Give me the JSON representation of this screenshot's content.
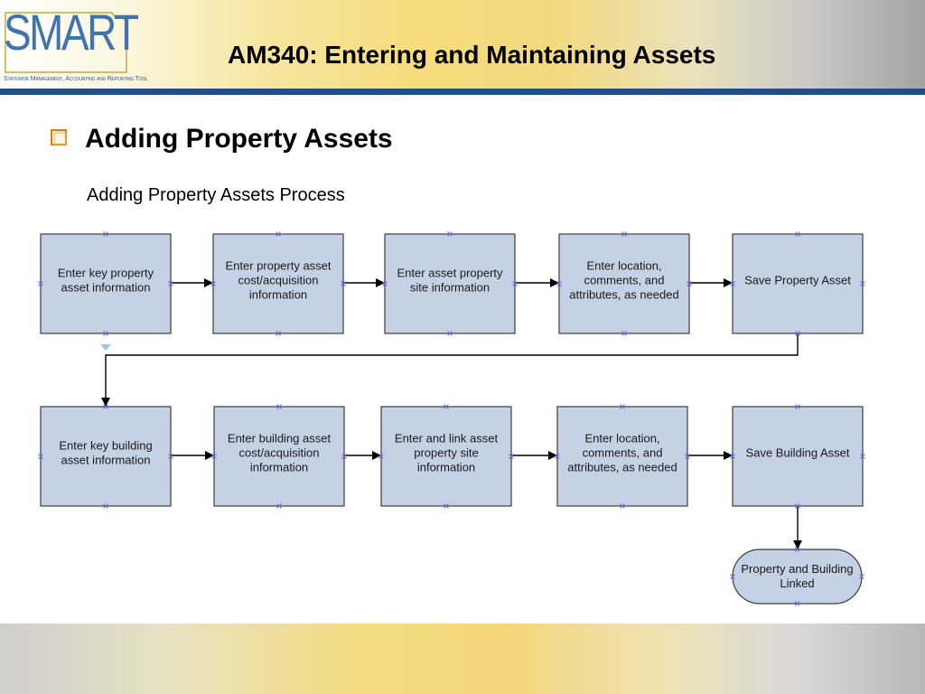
{
  "header": {
    "logo_word": "SMART",
    "logo_tagline": "Statewide Management, Accounting and Reporting Tool",
    "title": "AM340:  Entering and Maintaining Assets"
  },
  "content": {
    "bullet_icon": "hollow-square-bullet-icon",
    "heading": "Adding Property Assets",
    "subheading": "Adding Property Assets Process"
  },
  "colors": {
    "box_fill": "#c5d1e4",
    "box_border": "#3c3c3c",
    "header_rule": "#1f4f86",
    "bullet": "#e07a10",
    "logo": "#3f74ad"
  },
  "flow": {
    "row1": [
      {
        "id": "r1s1",
        "lines": [
          "Enter key property",
          "asset information"
        ]
      },
      {
        "id": "r1s2",
        "lines": [
          "Enter property asset",
          "cost/acquisition",
          "information"
        ]
      },
      {
        "id": "r1s3",
        "lines": [
          "Enter asset property",
          "site information"
        ]
      },
      {
        "id": "r1s4",
        "lines": [
          "Enter location,",
          "comments, and",
          "attributes, as needed"
        ]
      },
      {
        "id": "r1s5",
        "lines": [
          "Save Property Asset"
        ]
      }
    ],
    "row2": [
      {
        "id": "r2s1",
        "lines": [
          "Enter key building",
          "asset information"
        ]
      },
      {
        "id": "r2s2",
        "lines": [
          "Enter building asset",
          "cost/acquisition",
          "information"
        ]
      },
      {
        "id": "r2s3",
        "lines": [
          "Enter and link asset",
          "property site",
          "information"
        ]
      },
      {
        "id": "r2s4",
        "lines": [
          "Enter location,",
          "comments, and",
          "attributes, as needed"
        ]
      },
      {
        "id": "r2s5",
        "lines": [
          "Save Building Asset"
        ]
      }
    ],
    "terminal": {
      "id": "end",
      "lines": [
        "Property and Building",
        "Linked"
      ]
    }
  }
}
